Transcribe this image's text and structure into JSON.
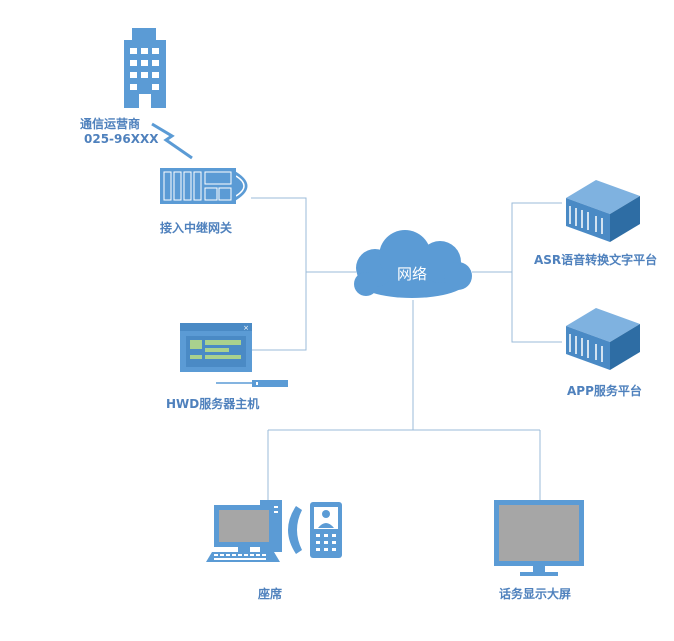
{
  "colors": {
    "icon_blue": "#5b9bd5",
    "line_blue": "#9bbbd9",
    "label_blue": "#4f81bd",
    "screen_gray": "#a6a6a6",
    "accent_green": "#a9d18e"
  },
  "nodes": {
    "carrier": {
      "name": "通信运营商",
      "number": "025-96XXX",
      "icon": "office-building-icon"
    },
    "gateway": {
      "name": "接入中继网关",
      "icon": "trunk-gateway-icon"
    },
    "hwd_host": {
      "name": "HWD服务器主机",
      "icon": "server-host-window-icon"
    },
    "network": {
      "name": "网络",
      "icon": "cloud-icon"
    },
    "asr_platform": {
      "name": "ASR语音转换文字平台",
      "icon": "server-rack-icon"
    },
    "app_platform": {
      "name": "APP服务平台",
      "icon": "server-rack-icon"
    },
    "seat": {
      "name": "座席",
      "icon": "desktop-phone-icon"
    },
    "big_screen": {
      "name": "话务显示大屏",
      "icon": "monitor-icon"
    }
  }
}
